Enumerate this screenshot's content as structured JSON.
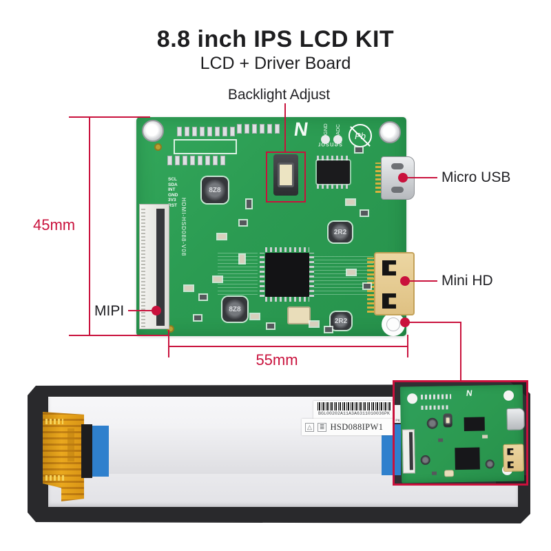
{
  "header": {
    "title": "8.8 inch IPS LCD KIT",
    "subtitle": "LCD + Driver Board"
  },
  "annotations": {
    "backlight_adjust": "Backlight Adjust",
    "micro_usb": "Micro USB",
    "mini_hd": "Mini HD",
    "mipi": "MIPI",
    "dim_height": "45mm",
    "dim_width": "55mm"
  },
  "colors": {
    "accent": "#C9113C",
    "pcb_green": "#2B9B52"
  },
  "driver_board": {
    "logo": "N",
    "sensor_label": "sensor",
    "gnd_label": "GND",
    "adc_label": "ADC",
    "pb_free_label": "Pb",
    "silkscreen_model": "HDMI-HSD088-V08",
    "pin_labels": [
      "SCL",
      "SDA",
      "INT",
      "GND",
      "3V3",
      "RST"
    ],
    "inductor_labels": [
      "8Z8",
      "2R2",
      "8Z8",
      "2R2"
    ]
  },
  "lcd_panel": {
    "barcode_text": "BGL00202A11A3A6311010036PK",
    "model_label": "HSD088IPW1",
    "label_fragment": "PK"
  },
  "icons": {
    "warning_triangle": "△",
    "spec_lines": "≣"
  }
}
